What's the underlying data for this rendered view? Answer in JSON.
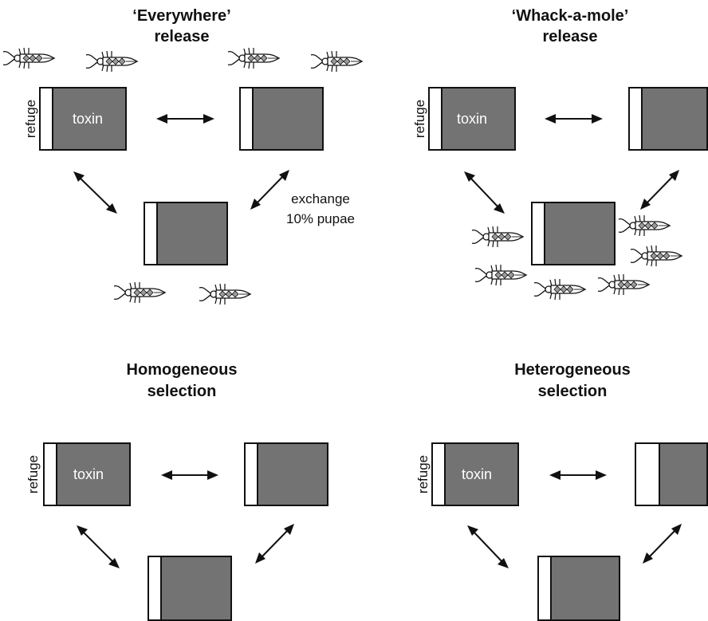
{
  "colors": {
    "toxin_fill": "#737373",
    "refuge_fill": "#ffffff",
    "outline": "#111111"
  },
  "panels": [
    {
      "title_line1": "‘Everywhere’",
      "title_line2": "release",
      "refuge_label": "refuge",
      "toxin_label": "toxin",
      "exchange_line1": "exchange",
      "exchange_line2": "10% pupae"
    },
    {
      "title_line1": "‘Whack-a-mole’",
      "title_line2": "release",
      "refuge_label": "refuge",
      "toxin_label": "toxin"
    },
    {
      "title_line1": "Homogeneous",
      "title_line2": "selection",
      "refuge_label": "refuge",
      "toxin_label": "toxin"
    },
    {
      "title_line1": "Heterogeneous",
      "title_line2": "selection",
      "refuge_label": "refuge",
      "toxin_label": "toxin"
    }
  ],
  "icons": {
    "insect": "mosquito-icon",
    "arrow": "double-arrow-icon"
  }
}
